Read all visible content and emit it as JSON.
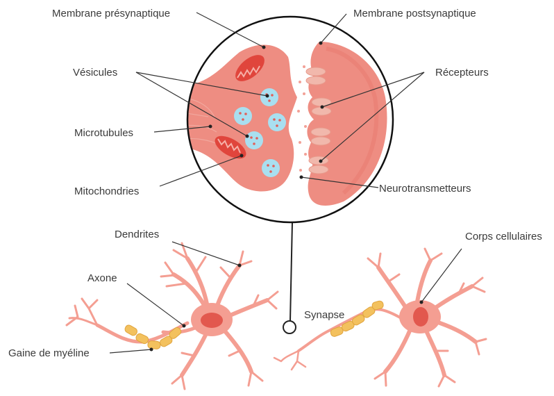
{
  "labels": {
    "membrane_presynaptique": "Membrane présynaptique",
    "membrane_postsynaptique": "Membrane postsynaptique",
    "vesicules": "Vésicules",
    "recepteurs": "Récepteurs",
    "microtubules": "Microtubules",
    "mitochondries": "Mitochondries",
    "neurotransmetteurs": "Neurotransmetteurs",
    "dendrites": "Dendrites",
    "axone": "Axone",
    "synapse": "Synapse",
    "corps_cellulaires": "Corps cellulaires",
    "gaine_de_myeline": "Gaine de myéline"
  },
  "colors": {
    "tissue": "#ee8d82",
    "tissue_dark": "#e47266",
    "nucleus": "#e2584e",
    "mitochondria": "#e0453c",
    "vesicle": "#a9dff0",
    "vesicle_dot": "#e0605a",
    "receptor": "#f1b8ac",
    "neuron": "#f49e92",
    "myelin": "#f3c15e",
    "line": "#222222"
  }
}
